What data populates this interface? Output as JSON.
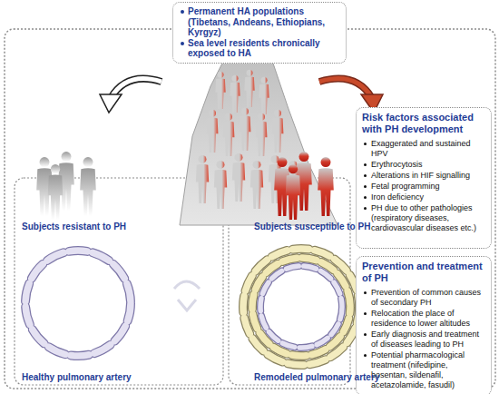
{
  "diagram": {
    "nodes": [
      {
        "text": [
          "Permanent HA populations (Tibetans, Andeans, Ethiopians, Kyrgyz)",
          "Sea level residents chronically exposed to HA"
        ]
      },
      {
        "text": [
          "Risk factors associated with PH development",
          "Exaggerated and sustained HPV",
          "Erythrocytosis",
          "Alterations in HIF signalling",
          "Fetal programming",
          "Iron deficiency",
          "PH due to other pathologies (respiratory diseases, cardiovascular diseases etc.)"
        ]
      },
      {
        "text": [
          "Prevention and treatment of PH",
          "Prevention of common causes of secondary PH",
          "Relocation the place of residence to lower altitudes",
          "Early diagnosis and treatment of diseases leading to PH",
          "Potential pharmacological treatment (nifedipine, bosentan, sildenafil, acetazolamide, fasudil)"
        ]
      }
    ],
    "labels": [
      "Subjects resistant to PH",
      "Subjects susceptible to PH",
      "Healthy pulmonary artery",
      "Remodeled pulmonary artery"
    ]
  }
}
